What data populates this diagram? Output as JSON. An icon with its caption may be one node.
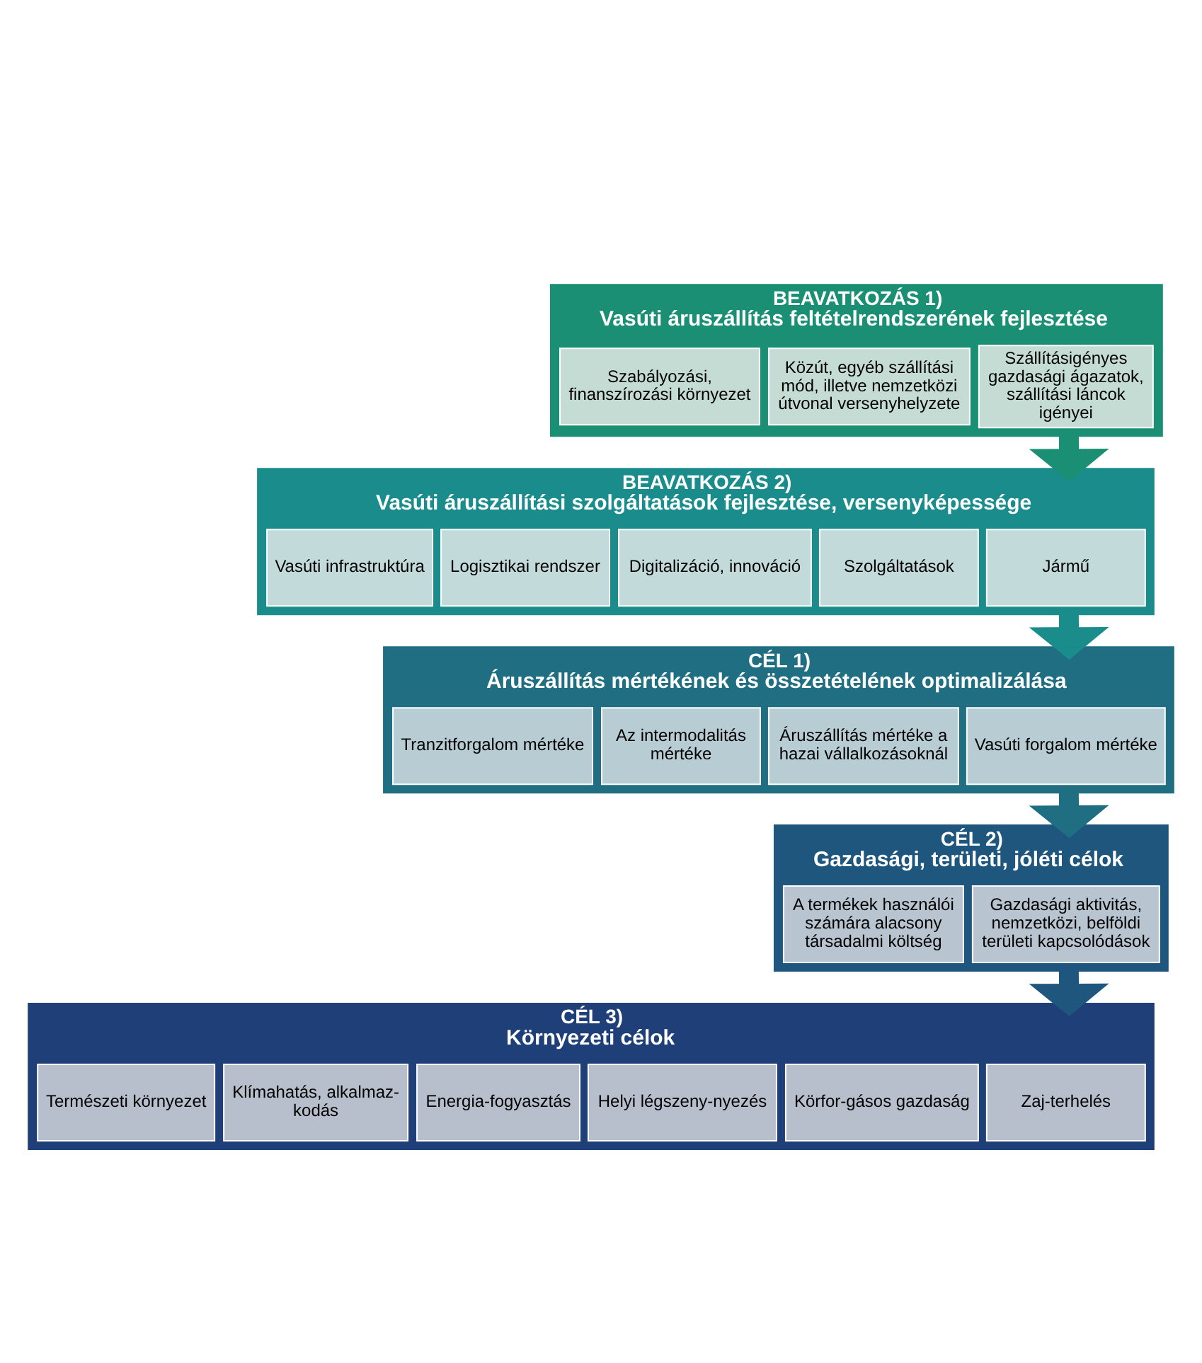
{
  "diagram": {
    "nodes": [
      {
        "text": [
          "BEAVATKOZÁS 1)",
          "Vasúti áruszállítás feltételrendszerének fejlesztése"
        ]
      },
      {
        "text": [
          "Szabályozási, finanszírozási környezet"
        ],
        "in": 0
      },
      {
        "text": [
          "Szállításigényes gazdasági ágazatok, szállítási láncok igényei"
        ],
        "in": 0
      },
      {
        "text": [
          "Közút, egyéb szállítási mód, illetve nemzetközi útvonal versenyhelyzete"
        ],
        "in": 0
      },
      {
        "text": [
          "BEAVATKOZÁS 2)",
          "Vasúti áruszállítási szolgáltatások fejlesztése, versenyképessége"
        ]
      },
      {
        "text": [
          "Vasúti infrastruktúra"
        ],
        "in": 4
      },
      {
        "text": [
          "Logisztikai rendszer"
        ],
        "in": 4
      },
      {
        "text": [
          "Jármű"
        ],
        "in": 4
      },
      {
        "text": [
          "Digitalizáció, innováció"
        ],
        "in": 4
      },
      {
        "text": [
          "Szolgáltatások"
        ],
        "in": 4
      },
      {
        "text": [
          "CÉL 1)",
          "Áruszállítás mértékének és összetételének optimalizálása"
        ]
      },
      {
        "text": [
          "Áruszállítás mértéke a hazai vállalkozásoknál"
        ],
        "in": 10
      },
      {
        "text": [
          "Tranzitforgalom mértéke"
        ],
        "in": 10
      },
      {
        "text": [
          "Vasúti forgalom mértéke"
        ],
        "in": 10
      },
      {
        "text": [
          "Az intermodalitás mértéke"
        ],
        "in": 10
      },
      {
        "text": [
          "CÉL 2)",
          "Gazdasági, területi, jóléti célok"
        ]
      },
      {
        "text": [
          "A termékek használói számára alacsony társadalmi költség"
        ],
        "in": 15
      },
      {
        "text": [
          "Gazdasági aktivitás, nemzetközi, belföldi területi kapcsolódások"
        ],
        "in": 15
      },
      {
        "text": [
          "CÉL 3)",
          "Környezeti célok"
        ]
      },
      {
        "text": [
          "Klímahatás, alkalmaz-kodás"
        ],
        "in": 18
      },
      {
        "text": [
          "Energia-fogyasztás"
        ],
        "in": 18
      },
      {
        "text": [
          "Helyi légszeny-nyezés"
        ],
        "in": 18
      },
      {
        "text": [
          "Zaj-terhelés"
        ],
        "in": 18
      },
      {
        "text": [
          "Körfor-gásos gazdaság"
        ],
        "in": 18
      },
      {
        "text": [
          "Természeti környezet"
        ],
        "in": 18
      }
    ],
    "edges": [
      {
        "from": 0,
        "to": 4,
        "arrow": "to"
      },
      {
        "from": 4,
        "to": 10,
        "arrow": "to"
      },
      {
        "from": 10,
        "to": 15,
        "arrow": "to"
      },
      {
        "from": 15,
        "to": 18,
        "arrow": "to"
      }
    ]
  }
}
